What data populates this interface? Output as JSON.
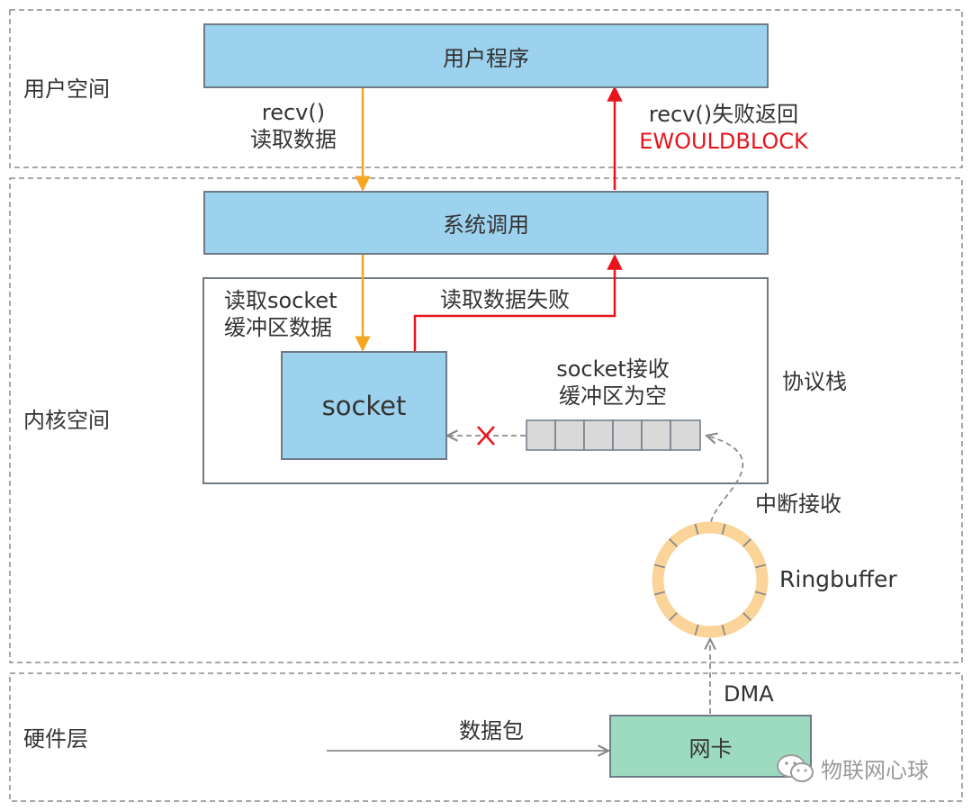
{
  "regions": {
    "user_space": "用户空间",
    "kernel_space": "内核空间",
    "hardware_layer": "硬件层"
  },
  "boxes": {
    "user_program": "用户程序",
    "syscall": "系统调用",
    "socket": "socket",
    "nic": "网卡"
  },
  "labels": {
    "recv_line1": "recv()",
    "recv_line2": "读取数据",
    "recv_fail_line1": "recv()失败返回",
    "recv_fail_line2": "EWOULDBLOCK",
    "read_socket_line1": "读取socket",
    "read_socket_line2": "缓冲区数据",
    "read_fail": "读取数据失败",
    "buffer_empty_line1": "socket接收",
    "buffer_empty_line2": "缓冲区为空",
    "protocol_stack": "协议栈",
    "interrupt_receive": "中断接收",
    "ringbuffer": "Ringbuffer",
    "dma": "DMA",
    "packet": "数据包"
  },
  "watermark": "物联网心球",
  "colors": {
    "box_blue": "#9dd2ee",
    "box_green": "#9ddbc0",
    "arrow_orange": "#f5a623",
    "arrow_red": "#e8141c",
    "ring": "#fbd49a",
    "dashed_border": "#8c8c8c"
  }
}
